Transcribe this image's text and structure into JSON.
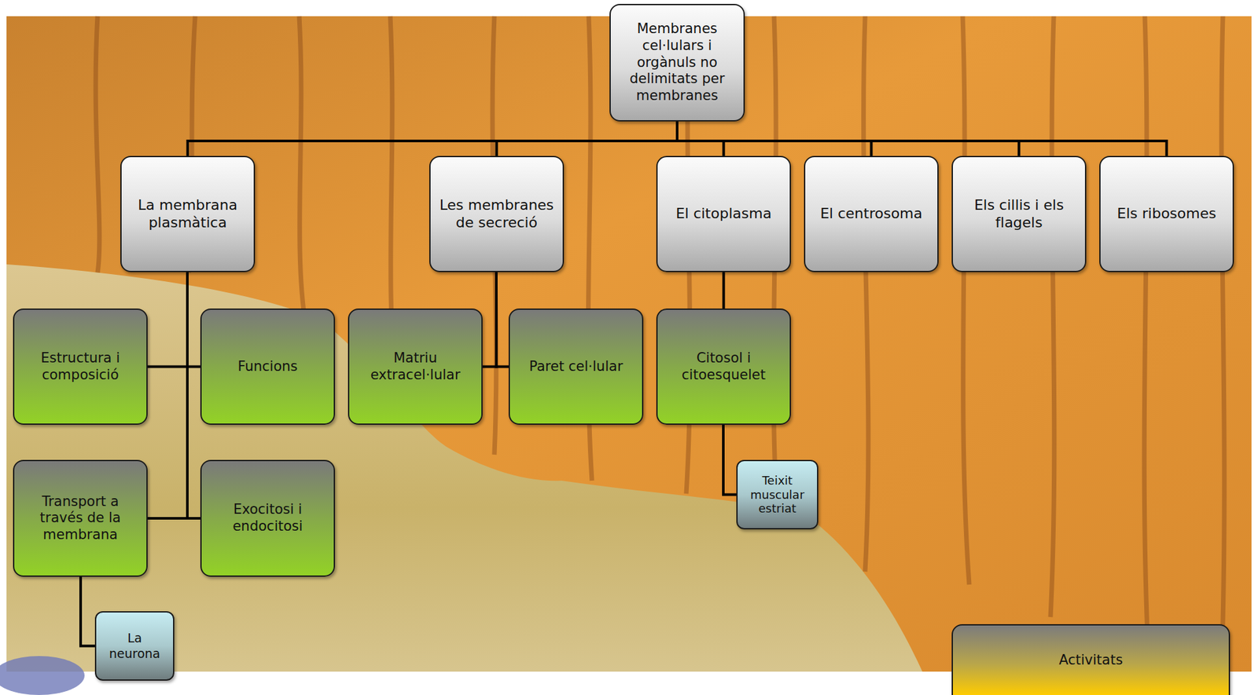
{
  "diagram": {
    "nodes": [
      {
        "text": [
          "Membranes cel·lulars i orgànuls no delimitats per membranes"
        ]
      },
      {
        "text": [
          "La membrana plasmàtica"
        ]
      },
      {
        "text": [
          "Les membranes de secreció"
        ]
      },
      {
        "text": [
          "El citoplasma"
        ]
      },
      {
        "text": [
          "El centrosoma"
        ]
      },
      {
        "text": [
          "Els cillis i els flagels"
        ]
      },
      {
        "text": [
          "Els ribosomes"
        ]
      },
      {
        "text": [
          "Estructura i composició"
        ]
      },
      {
        "text": [
          "Funcions"
        ]
      },
      {
        "text": [
          "Transport a través de la membrana"
        ]
      },
      {
        "text": [
          "Exocitosi i endocitosi"
        ]
      },
      {
        "text": [
          "La neurona"
        ]
      },
      {
        "text": [
          "Matriu extracel·lular"
        ]
      },
      {
        "text": [
          "Paret cel·lular"
        ]
      },
      {
        "text": [
          "Citosol i citoesquelet"
        ]
      },
      {
        "text": [
          "Teixit muscular estriat"
        ]
      },
      {
        "text": [
          "Activitats"
        ]
      }
    ],
    "edges": [
      {
        "from": 0,
        "to": 1,
        "arrow": "none"
      },
      {
        "from": 0,
        "to": 2,
        "arrow": "none"
      },
      {
        "from": 0,
        "to": 3,
        "arrow": "none"
      },
      {
        "from": 0,
        "to": 4,
        "arrow": "none"
      },
      {
        "from": 0,
        "to": 5,
        "arrow": "none"
      },
      {
        "from": 0,
        "to": 6,
        "arrow": "none"
      },
      {
        "from": 1,
        "to": 7,
        "arrow": "none"
      },
      {
        "from": 1,
        "to": 8,
        "arrow": "none"
      },
      {
        "from": 1,
        "to": 9,
        "arrow": "none"
      },
      {
        "from": 1,
        "to": 10,
        "arrow": "none"
      },
      {
        "from": 9,
        "to": 11,
        "arrow": "none"
      },
      {
        "from": 2,
        "to": 12,
        "arrow": "none"
      },
      {
        "from": 2,
        "to": 13,
        "arrow": "none"
      },
      {
        "from": 3,
        "to": 14,
        "arrow": "none"
      },
      {
        "from": 14,
        "to": 15,
        "arrow": "none"
      }
    ]
  }
}
